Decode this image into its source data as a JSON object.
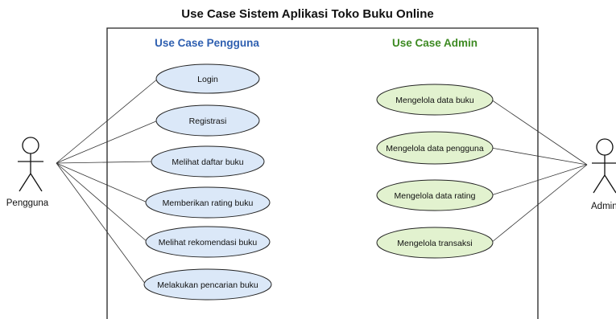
{
  "title": "Use Case Sistem Aplikasi Toko Buku Online",
  "sections": {
    "user": {
      "label": "Use Case Pengguna",
      "color": "#2e5fb0"
    },
    "admin": {
      "label": "Use Case Admin",
      "color": "#3d8a22"
    }
  },
  "actors": {
    "user": {
      "label": "Pengguna"
    },
    "admin": {
      "label": "Admin"
    }
  },
  "colors": {
    "user_case_fill": "#dbe8f8",
    "admin_case_fill": "#e2f2cf"
  },
  "user_cases": [
    "Login",
    "Registrasi",
    "Melihat daftar buku",
    "Memberikan rating buku",
    "Melihat rekomendasi buku",
    "Melakukan pencarian buku"
  ],
  "admin_cases": [
    "Mengelola data buku",
    "Mengelola data pengguna",
    "Mengelola data rating",
    "Mengelola transaksi"
  ]
}
